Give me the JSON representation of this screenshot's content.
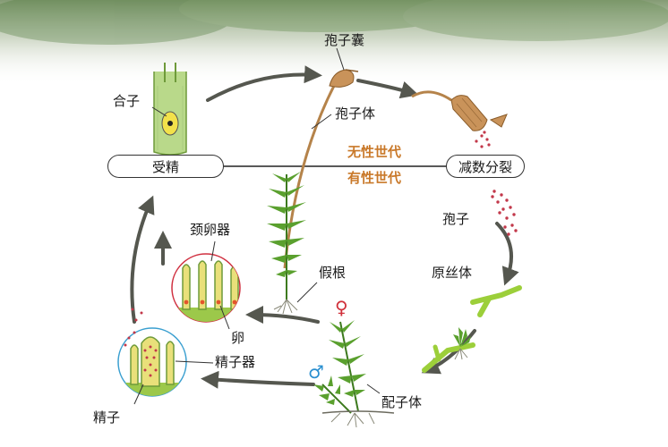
{
  "labels": {
    "zygote": "合子",
    "capsule": "孢子囊",
    "sporophyte": "孢子体",
    "fertilization": "受精",
    "meiosis": "减数分裂",
    "asexual_generation": "无性世代",
    "sexual_generation": "有性世代",
    "spore": "孢子",
    "protonema": "原丝体",
    "rhizoid": "假根",
    "archegonium": "颈卵器",
    "egg": "卵",
    "antheridium": "精子器",
    "sperm": "精子",
    "gametophyte": "配子体",
    "female_symbol": "♀",
    "male_symbol": "♂"
  },
  "colors": {
    "asexual_text": "#c9792a",
    "sexual_text": "#c9792a",
    "female_symbol": "#d0303a",
    "male_symbol": "#2a8fd0",
    "moss_green": "#5aa02e",
    "capsule_brown": "#b5834a",
    "arrow": "#55574f",
    "archegonium_circle": "#d03040",
    "antheridium_circle": "#3a9fd0"
  },
  "icons": {
    "female_symbol": "venus-symbol",
    "male_symbol": "mars-symbol"
  }
}
